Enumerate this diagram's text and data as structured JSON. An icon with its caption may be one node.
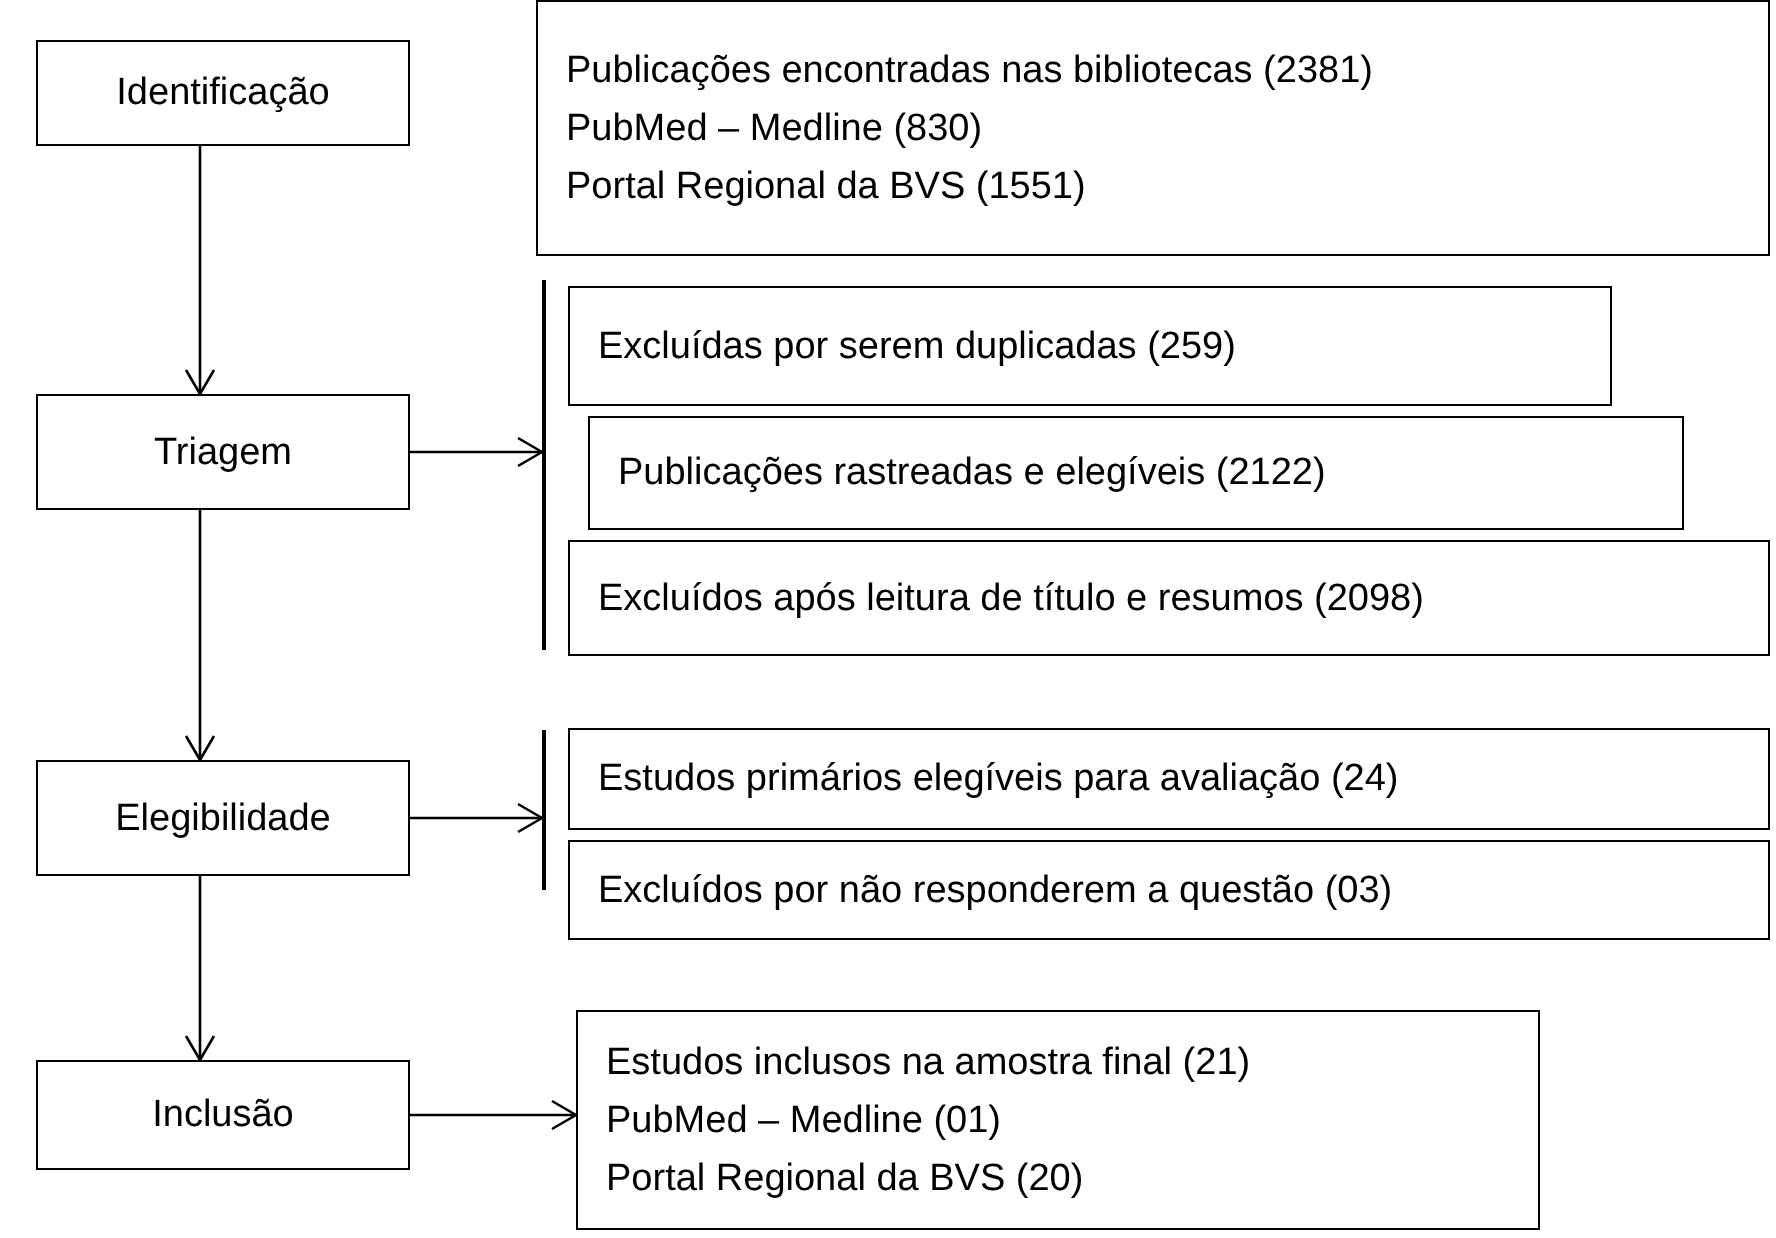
{
  "diagram": {
    "nodes": [
      {
        "text": [
          "Identificação"
        ]
      },
      {
        "text": [
          "Publicações encontradas nas bibliotecas (2381)",
          "PubMed – Medline (830)",
          "Portal Regional da BVS (1551)"
        ]
      },
      {
        "text": [
          "Triagem"
        ]
      },
      {
        "text": [],
        "shape": "bar"
      },
      {
        "text": [
          "Excluídas por serem duplicadas (259)"
        ]
      },
      {
        "text": [
          "Publicações rastreadas e elegíveis (2122)"
        ]
      },
      {
        "text": [
          "Excluídos após leitura de título e resumos (2098)"
        ]
      },
      {
        "text": [
          "Elegibilidade"
        ]
      },
      {
        "text": [],
        "shape": "bar"
      },
      {
        "text": [
          "Estudos primários elegíveis para avaliação (24)"
        ]
      },
      {
        "text": [
          "Excluídos por não responderem a questão (03)"
        ]
      },
      {
        "text": [
          "Inclusão"
        ]
      },
      {
        "text": [
          "Estudos inclusos na amostra final (21)",
          "PubMed – Medline (01)",
          "Portal Regional da BVS (20)"
        ]
      }
    ],
    "edges": [
      {
        "from": 0,
        "to": 2,
        "arrow": "to"
      },
      {
        "from": 2,
        "to": 3,
        "arrow": "to"
      },
      {
        "from": 2,
        "to": 7,
        "arrow": "to"
      },
      {
        "from": 7,
        "to": 8,
        "arrow": "to"
      },
      {
        "from": 7,
        "to": 11,
        "arrow": "to"
      },
      {
        "from": 11,
        "to": 12,
        "arrow": "to"
      }
    ]
  }
}
